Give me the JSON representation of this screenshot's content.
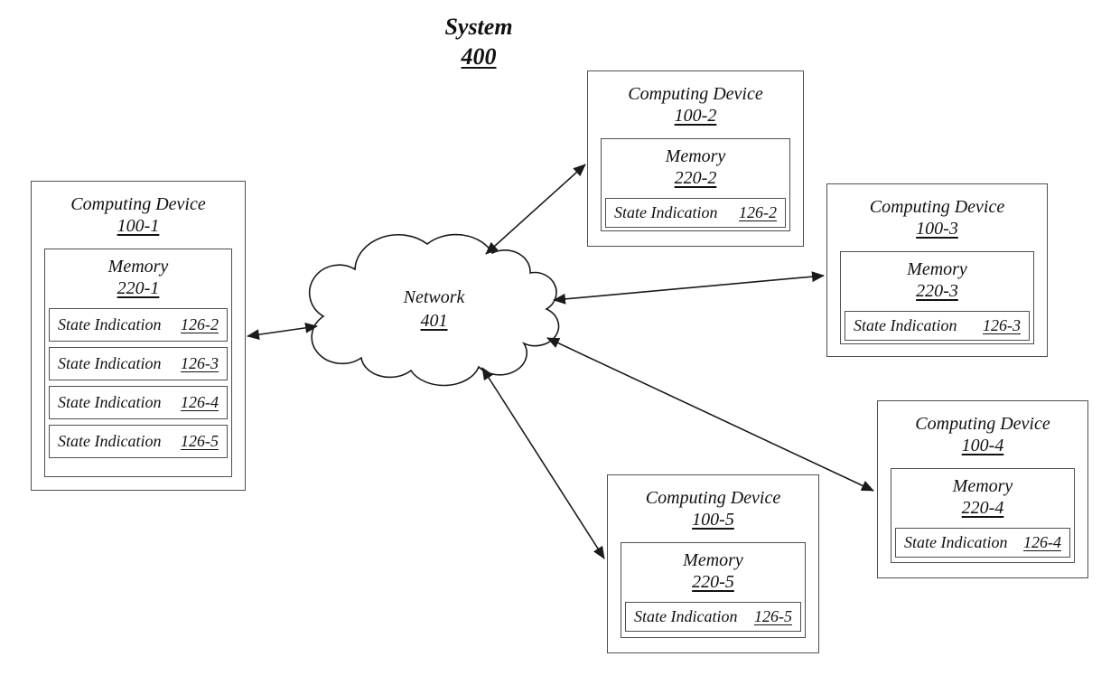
{
  "title": {
    "label": "System",
    "ref": "400"
  },
  "network": {
    "label": "Network",
    "ref": "401"
  },
  "devices": [
    {
      "label": "Computing Device",
      "ref": "100-1",
      "memory": {
        "label": "Memory",
        "ref": "220-1"
      },
      "state_indications": [
        {
          "label": "State Indication",
          "ref": "126-2"
        },
        {
          "label": "State Indication",
          "ref": "126-3"
        },
        {
          "label": "State Indication",
          "ref": "126-4"
        },
        {
          "label": "State Indication",
          "ref": "126-5"
        }
      ]
    },
    {
      "label": "Computing Device",
      "ref": "100-2",
      "memory": {
        "label": "Memory",
        "ref": "220-2"
      },
      "state_indications": [
        {
          "label": "State Indication",
          "ref": "126-2"
        }
      ]
    },
    {
      "label": "Computing Device",
      "ref": "100-3",
      "memory": {
        "label": "Memory",
        "ref": "220-3"
      },
      "state_indications": [
        {
          "label": "State Indication",
          "ref": "126-3"
        }
      ]
    },
    {
      "label": "Computing Device",
      "ref": "100-4",
      "memory": {
        "label": "Memory",
        "ref": "220-4"
      },
      "state_indications": [
        {
          "label": "State Indication",
          "ref": "126-4"
        }
      ]
    },
    {
      "label": "Computing Device",
      "ref": "100-5",
      "memory": {
        "label": "Memory",
        "ref": "220-5"
      },
      "state_indications": [
        {
          "label": "State Indication",
          "ref": "126-5"
        }
      ]
    }
  ],
  "colors": {
    "ink": "#1a1a1a",
    "background": "#ffffff"
  }
}
